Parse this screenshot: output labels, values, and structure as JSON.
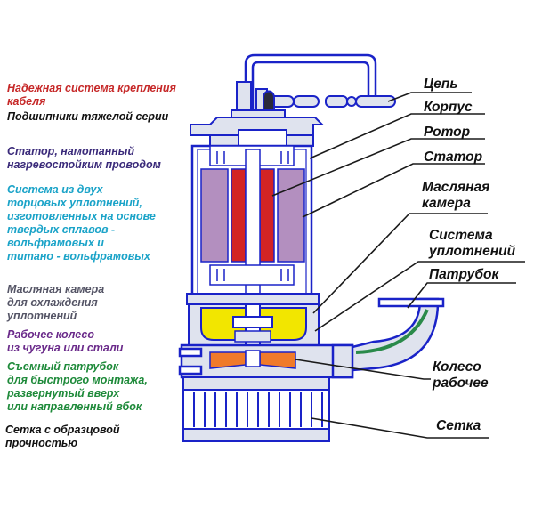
{
  "left_notes": [
    {
      "id": "cable",
      "text": "Надежная система крепления\nкабеля",
      "color": "#c62828"
    },
    {
      "id": "bearings",
      "text": "Подшипники тяжелой серии",
      "color": "#111111"
    },
    {
      "id": "stator",
      "text": "Статор, намотанный\nнагревостойким проводом",
      "color": "#3a2a7a"
    },
    {
      "id": "seals",
      "text": "Система из двух\nторцовых уплотнений,\nизготовленных на основе\nтвердых сплавов -\nвольфрамовых и\nтитано - вольфрамовых",
      "color": "#1aa3c8"
    },
    {
      "id": "oil",
      "text": "Масляная камера\nдля охлаждения\nуплотнений",
      "color": "#555566"
    },
    {
      "id": "impeller",
      "text": "Рабочее колесо\nиз чугуна или стали",
      "color": "#6a2a8a"
    },
    {
      "id": "outlet",
      "text": "Съемный патрубок\nдля быстрого монтажа,\nразвернутый вверх\nили направленный вбок",
      "color": "#1e8a3a"
    },
    {
      "id": "mesh",
      "text": "Сетка с образцовой\nпрочностью",
      "color": "#111111"
    }
  ],
  "right_labels": [
    {
      "id": "chain",
      "text": "Цепь"
    },
    {
      "id": "housing",
      "text": "Корпус"
    },
    {
      "id": "rotor",
      "text": "Ротор"
    },
    {
      "id": "stator",
      "text": "Статор"
    },
    {
      "id": "oil_chamber",
      "text": "Масляная\nкамера"
    },
    {
      "id": "seal_system",
      "text": "Система\nуплотнений"
    },
    {
      "id": "nozzle",
      "text": "Патрубок"
    },
    {
      "id": "wheel",
      "text": "Колесо\nрабочее"
    },
    {
      "id": "mesh",
      "text": "Сетка"
    }
  ],
  "colors": {
    "outline": "#1a23c8",
    "housing_fill": "#dfe3ee",
    "rotor": "#d32424",
    "stator_winding": "#b38fbf",
    "oil": "#f2e600",
    "impeller": "#f07a2a",
    "outlet_seal": "#2a8a4a",
    "leader": "#1a1a1a"
  }
}
